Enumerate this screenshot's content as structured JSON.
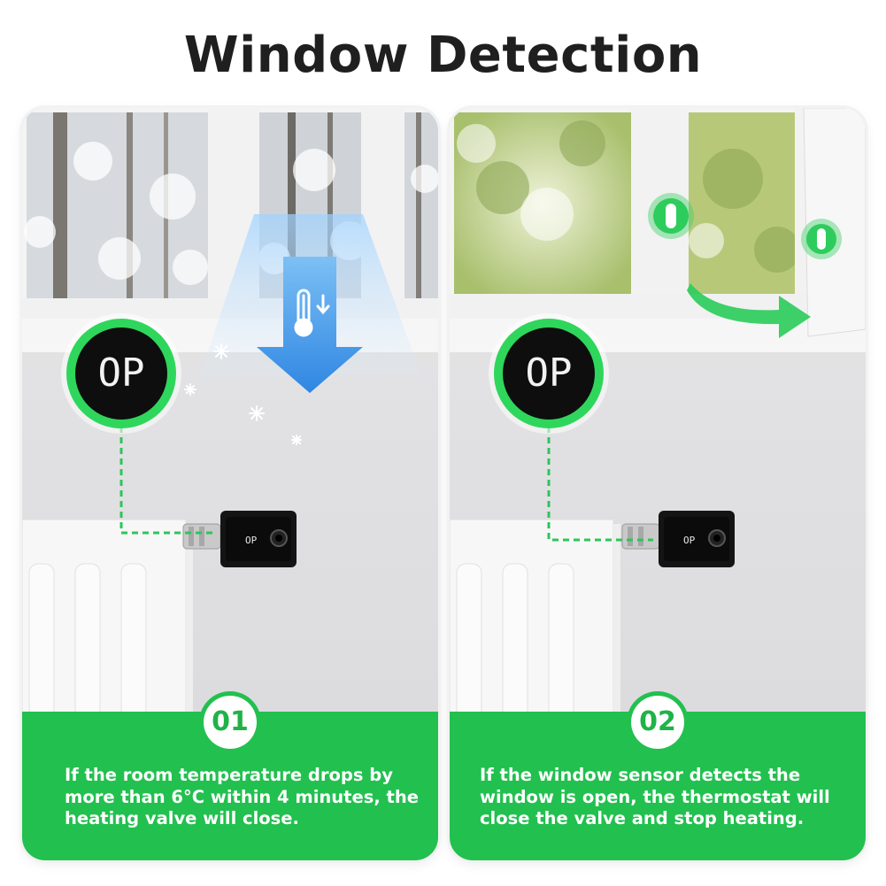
{
  "title": "Window Detection",
  "colors": {
    "accent": "#22c04f",
    "display_bg": "#0e0e0e",
    "arrow_blue": "#3b8fe6"
  },
  "panels": [
    {
      "number": "01",
      "display": "OP",
      "device_display": "OP",
      "icons": [
        "thermometer-down-icon",
        "snowflake-icon",
        "cold-air-arrow-icon"
      ],
      "description": "If the room temperature drops by more than 6°C within 4 minutes, the heating valve will close."
    },
    {
      "number": "02",
      "display": "OP",
      "device_display": "OP",
      "icons": [
        "window-sensor-icon",
        "open-arrow-icon"
      ],
      "description": "If the window sensor detects the window is open, the thermostat will close the valve and stop heating."
    }
  ]
}
